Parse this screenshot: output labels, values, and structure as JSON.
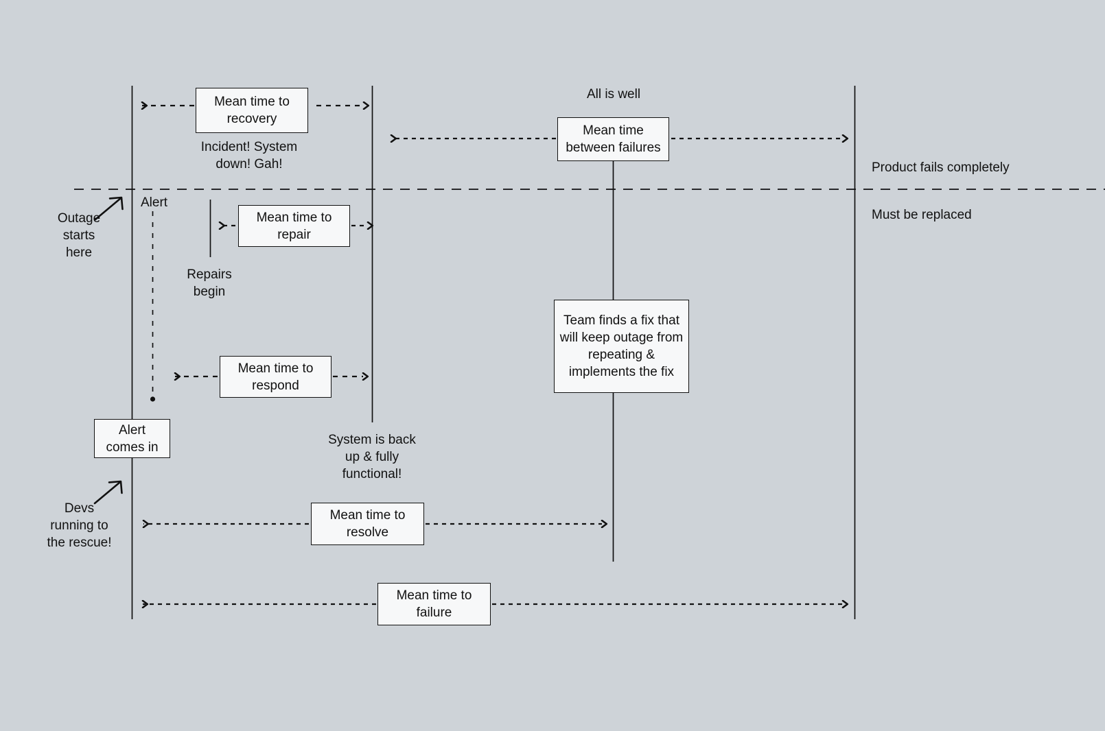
{
  "diagram": {
    "title_note": "Incident lifecycle metrics timeline",
    "background_color": "#ced3d8",
    "box_fill": "#f7f8f9",
    "stroke_color": "#111111"
  },
  "boxes": {
    "mttr_recovery": "Mean time to\nrecovery",
    "mtbf": "Mean time\nbetween failures",
    "mttr_repair": "Mean time to\nrepair",
    "team_fix": "Team finds a fix that\nwill keep outage from\nrepeating &\nimplements the fix",
    "mttr_respond": "Mean time to\nrespond",
    "alert_comes_in": "Alert\ncomes in",
    "mttr_resolve": "Mean time to\nresolve",
    "mttf_failure": "Mean time to\nfailure"
  },
  "labels": {
    "all_is_well": "All is well",
    "incident": "Incident! System\ndown! Gah!",
    "product_fails": "Product fails completely",
    "must_be_replaced": "Must be replaced",
    "alert": "Alert",
    "outage_starts_here": "Outage\nstarts\nhere",
    "repairs_begin": "Repairs\nbegin",
    "system_back_up": "System is back\nup & fully\nfunctional!",
    "devs_running": "Devs\nrunning to\nthe rescue!"
  }
}
